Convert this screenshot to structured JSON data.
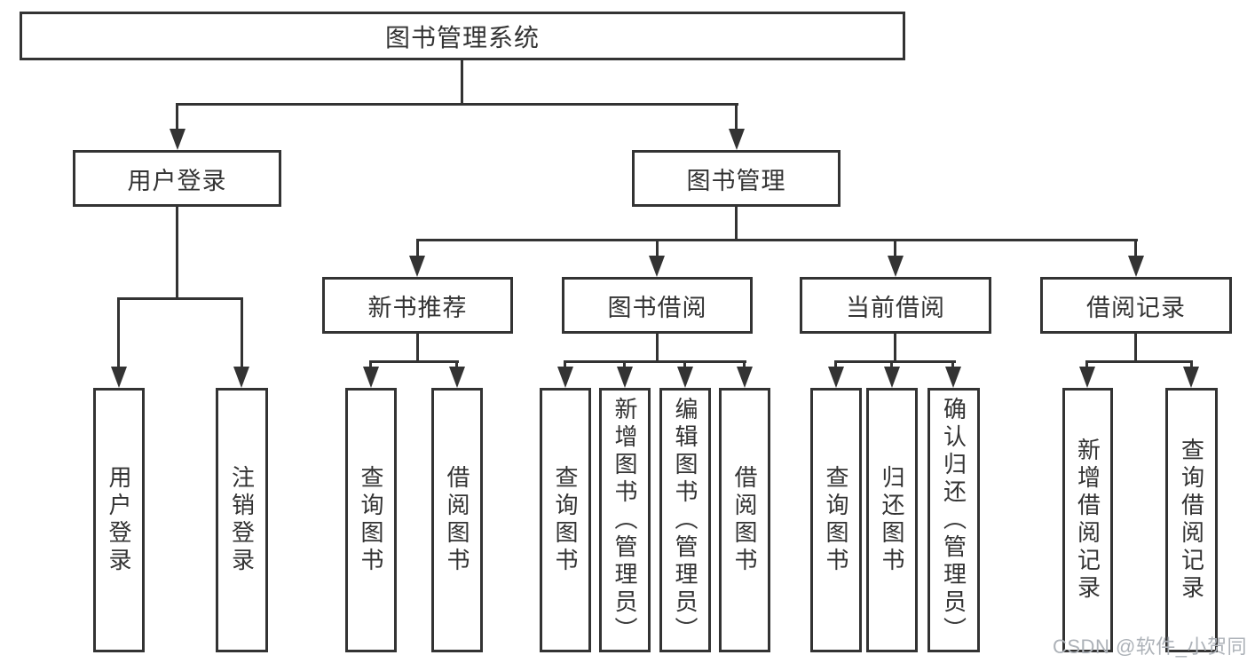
{
  "diagram": {
    "background": "#ffffff",
    "line_color": "#333333",
    "text_color": "#333333",
    "watermark": {
      "text": "CSDN @软件_小贺同学",
      "color": "#adb2b8"
    },
    "root": {
      "label": "图书管理系统"
    },
    "branches": [
      {
        "label": "用户登录",
        "children": [
          {
            "label": "用户登录"
          },
          {
            "label": "注销登录"
          }
        ]
      },
      {
        "label": "图书管理",
        "children": [
          {
            "label": "新书推荐",
            "children": [
              {
                "label": "查询图书"
              },
              {
                "label": "借阅图书"
              }
            ]
          },
          {
            "label": "图书借阅",
            "children": [
              {
                "label": "查询图书"
              },
              {
                "label": "新增图书（管理员）"
              },
              {
                "label": "编辑图书（管理员）"
              },
              {
                "label": "借阅图书"
              }
            ]
          },
          {
            "label": "当前借阅",
            "children": [
              {
                "label": "查询图书"
              },
              {
                "label": "归还图书"
              },
              {
                "label": "确认归还（管理员）"
              }
            ]
          },
          {
            "label": "借阅记录",
            "children": [
              {
                "label": "新增借阅记录"
              },
              {
                "label": "查询借阅记录"
              }
            ]
          }
        ]
      }
    ]
  }
}
